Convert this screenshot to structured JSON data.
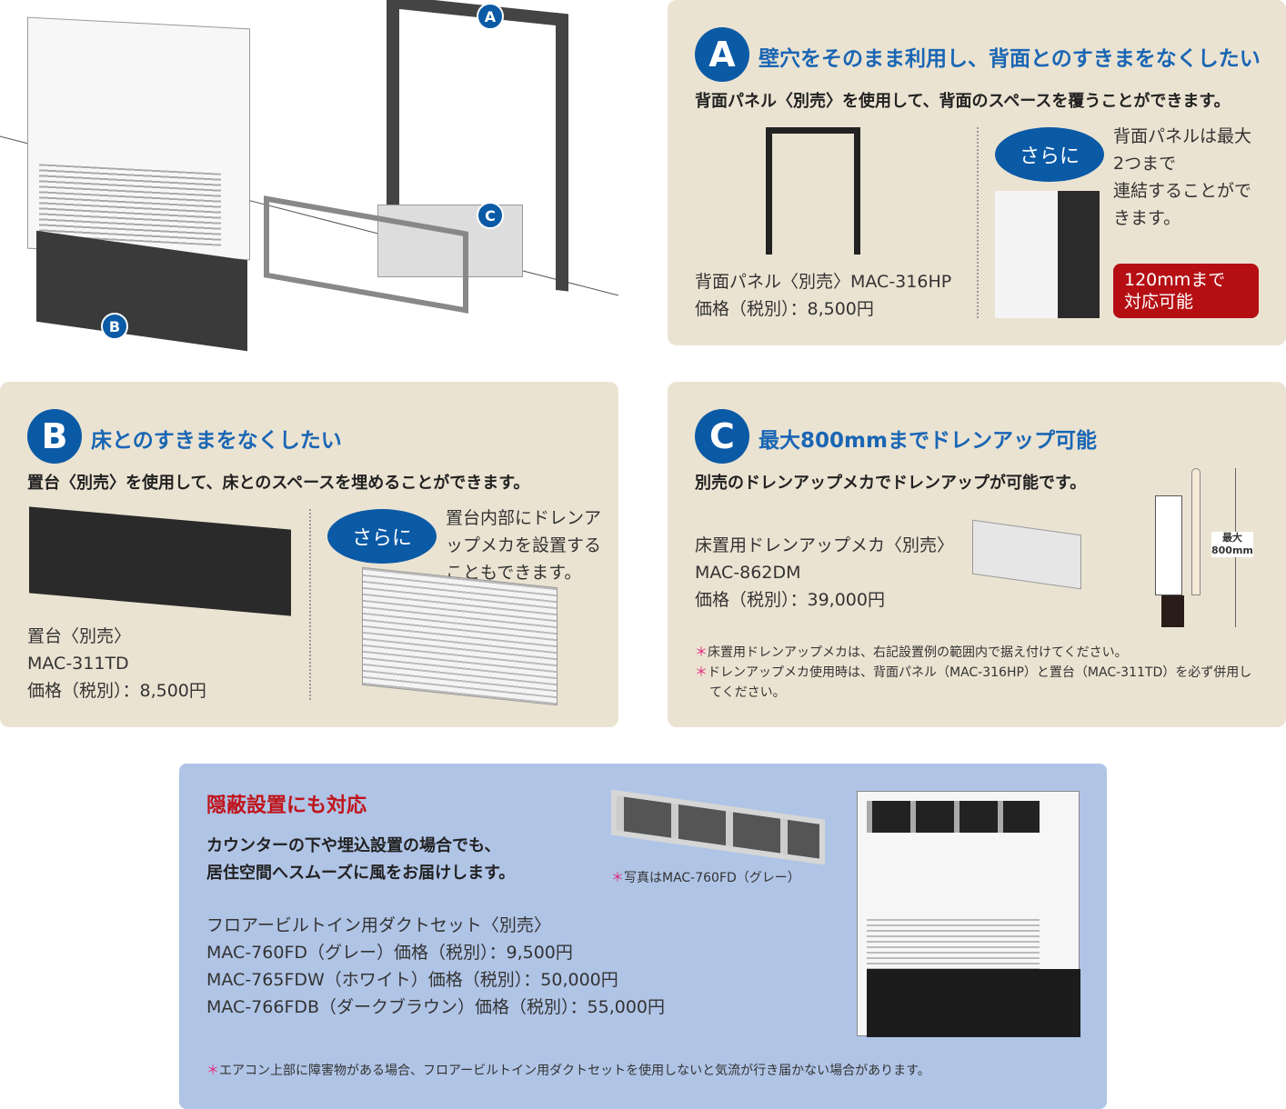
{
  "diagram": {
    "markers": [
      "A",
      "B",
      "C"
    ]
  },
  "sectionA": {
    "letter": "A",
    "title": "壁穴をそのまま利用し、背面とのすきまをなくしたい",
    "subtitle": "背面パネル〈別売〉を使用して、背面のスペースを覆うことができます。",
    "product": "背面パネル〈別売〉MAC-316HP",
    "price": "価格（税別）：8,500円",
    "badge": "さらに",
    "extra": [
      "背面パネルは最大",
      "2つまで",
      "連結することがで",
      "きます。"
    ],
    "callout": [
      "120mmまで",
      "対応可能"
    ]
  },
  "sectionB": {
    "letter": "B",
    "title": "床とのすきまをなくしたい",
    "subtitle": "置台〈別売〉を使用して、床とのスペースを埋めることができます。",
    "product": [
      "置台〈別売〉",
      "MAC-311TD",
      "価格（税別）：8,500円"
    ],
    "badge": "さらに",
    "extra": [
      "置台内部にドレンア",
      "ップメカを設置する",
      "こともできます。"
    ]
  },
  "sectionC": {
    "letter": "C",
    "title": "最大800mmまでドレンアップ可能",
    "subtitle": "別売のドレンアップメカでドレンアップが可能です。",
    "product": [
      "床置用ドレンアップメカ〈別売〉",
      "MAC-862DM",
      "価格（税別）：39,000円"
    ],
    "dimension": [
      "最大",
      "800mm"
    ],
    "notes": [
      "床置用ドレンアップメカは、右記設置例の範囲内で据え付けてください。",
      "ドレンアップメカ使用時は、背面パネル（MAC-316HP）と置台（MAC-311TD）を必ず併用してください。"
    ],
    "asterisk": "＊"
  },
  "concealed": {
    "title": "隠蔽設置にも対応",
    "subtitle": [
      "カウンターの下や埋込設置の場合でも、",
      "居住空間へスムーズに風をお届けします。"
    ],
    "photo_note": "写真はMAC-760FD（グレー）",
    "products": [
      "フロアービルトイン用ダクトセット〈別売〉",
      "MAC-760FD（グレー）価格（税別）：9,500円",
      "MAC-765FDW（ホワイト）価格（税別）：50,000円",
      "MAC-766FDB（ダークブラウン）価格（税別）：55,000円"
    ],
    "footnote": "エアコン上部に障害物がある場合、フロアービルトイン用ダクトセットを使用しないと気流が行き届かない場合があります。"
  },
  "colors": {
    "panel": "#ebe3d2",
    "blue": "#0b5aa6",
    "red": "#b50f14",
    "lightblue": "#b0c4e6"
  }
}
